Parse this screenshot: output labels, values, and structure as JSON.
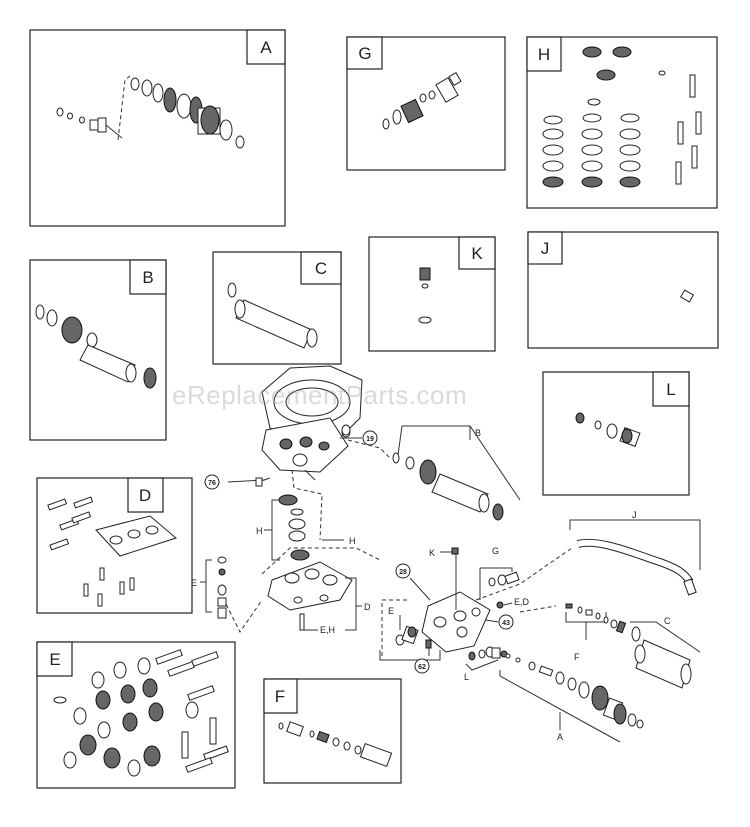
{
  "watermark": "eReplacementParts.com",
  "kits": [
    {
      "id": "kit-a",
      "letter": "A"
    },
    {
      "id": "kit-g",
      "letter": "G"
    },
    {
      "id": "kit-h",
      "letter": "H"
    },
    {
      "id": "kit-b",
      "letter": "B"
    },
    {
      "id": "kit-c",
      "letter": "C"
    },
    {
      "id": "kit-k",
      "letter": "K"
    },
    {
      "id": "kit-j",
      "letter": "J"
    },
    {
      "id": "kit-l",
      "letter": "L"
    },
    {
      "id": "kit-d",
      "letter": "D"
    },
    {
      "id": "kit-e",
      "letter": "E"
    },
    {
      "id": "kit-f",
      "letter": "F"
    }
  ],
  "callouts": {
    "letters": {
      "b": "B",
      "h1": "H",
      "h2": "H",
      "e1": "E",
      "d": "D",
      "eh": "E,H",
      "k": "K",
      "g": "G",
      "ed": "E,D",
      "j": "J",
      "c": "C",
      "f": "F",
      "e2": "E",
      "l": "L",
      "a": "A"
    },
    "numbers": {
      "n19": "19",
      "n76": "76",
      "n28": "28",
      "n43": "43",
      "n62": "62"
    }
  }
}
